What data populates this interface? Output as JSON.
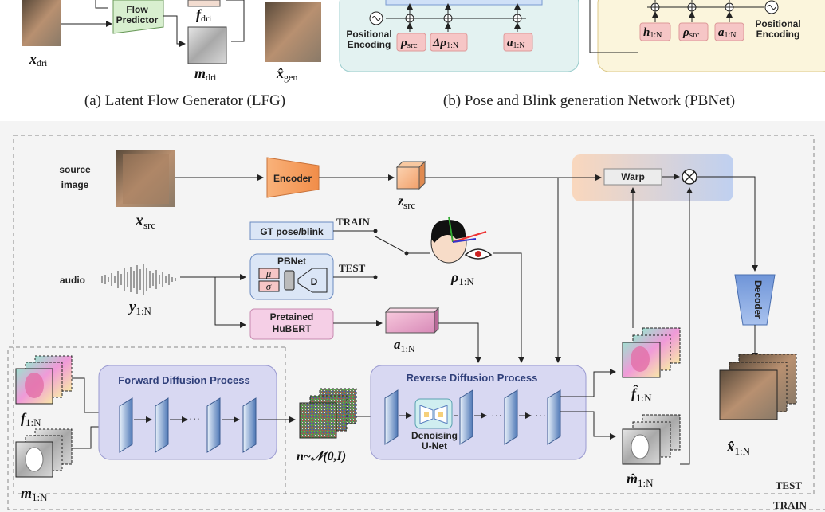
{
  "top": {
    "lfg": {
      "flow_predictor": "Flow\nPredictor",
      "x_dri_label": "x",
      "x_dri_sub": "dri",
      "f_dri_label": "f",
      "f_dri_sub": "dri",
      "m_dri_label": "m",
      "m_dri_sub": "dri",
      "x_gen_label": "x̂",
      "x_gen_sub": "gen",
      "caption": "(a) Latent Flow Generator (LFG)"
    },
    "pbnet": {
      "pos_enc_left": "Positional\nEncoding",
      "pos_enc_right": "Positional\nEncoding",
      "rho_src": "ρ",
      "rho_src_sub": "src",
      "delta_rho": "Δρ",
      "delta_rho_sub": "1:N",
      "a_label": "a",
      "a_sub": "1:N",
      "h_label": "h",
      "h_sub": "1:N",
      "rho_src2": "ρ",
      "rho_src2_sub": "src",
      "a2_label": "a",
      "a2_sub": "1:N",
      "caption": "(b) Pose and Blink generation Network (PBNet)"
    }
  },
  "main": {
    "source_image_label": "source\nimage",
    "x_src": "x",
    "x_src_sub": "src",
    "encoder": "Encoder",
    "z_src": "z",
    "z_src_sub": "src",
    "warp": "Warp",
    "decoder": "Decoder",
    "gt_pose": "GT pose/blink",
    "train_switch": "TRAIN",
    "test_switch": "TEST",
    "rho": "ρ",
    "rho_sub": "1:N",
    "audio_label": "audio",
    "y": "y",
    "y_sub": "1:N",
    "pbnet_title": "PBNet",
    "mu": "μ",
    "sigma": "σ",
    "d": "D",
    "hubert": "Pretained\nHuBERT",
    "a": "a",
    "a_sub": "1:N",
    "forward": "Forward Diffusion Process",
    "reverse": "Reverse Diffusion Process",
    "unet": "Denoising\nU-Net",
    "f": "f",
    "f_sub": "1:N",
    "m": "m",
    "m_sub": "1:N",
    "noise": "n~𝒩(0,I)",
    "f_hat": "f̂",
    "f_hat_sub": "1:N",
    "m_hat": "m̂",
    "m_hat_sub": "1:N",
    "x_hat": "x̂",
    "x_hat_sub": "1:N",
    "legend_test": "TEST",
    "legend_train": "TRAIN",
    "ellipsis": "···"
  },
  "colors": {
    "encoder_orange": "#f6a868",
    "pbnet_blue": "#dbe6f6",
    "hubert_pink": "#f5cfe6",
    "diffusion_lavender": "#d8d8f2",
    "pb_left_bg": "#e3f2f1",
    "pb_right_bg": "#fbf5dc",
    "pink_label": "#f6c6c6",
    "flow_green": "#d8efcf",
    "decoder_blue": "#8eaee6"
  }
}
